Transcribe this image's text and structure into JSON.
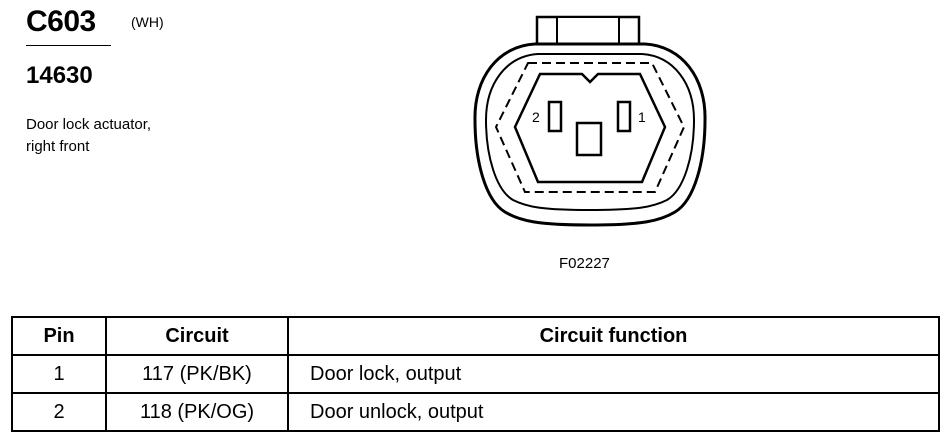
{
  "connector": {
    "id": "C603",
    "color": "(WH)",
    "part_number": "14630",
    "description_lines": [
      "Door lock actuator,",
      "right front"
    ],
    "figure_id": "F02227",
    "pin_labels": [
      "2",
      "1"
    ]
  },
  "table": {
    "headers": [
      "Pin",
      "Circuit",
      "Circuit function"
    ],
    "rows": [
      {
        "pin": "1",
        "circuit": "117 (PK/BK)",
        "function": "Door lock, output"
      },
      {
        "pin": "2",
        "circuit": "118 (PK/OG)",
        "function": "Door unlock, output"
      }
    ]
  }
}
